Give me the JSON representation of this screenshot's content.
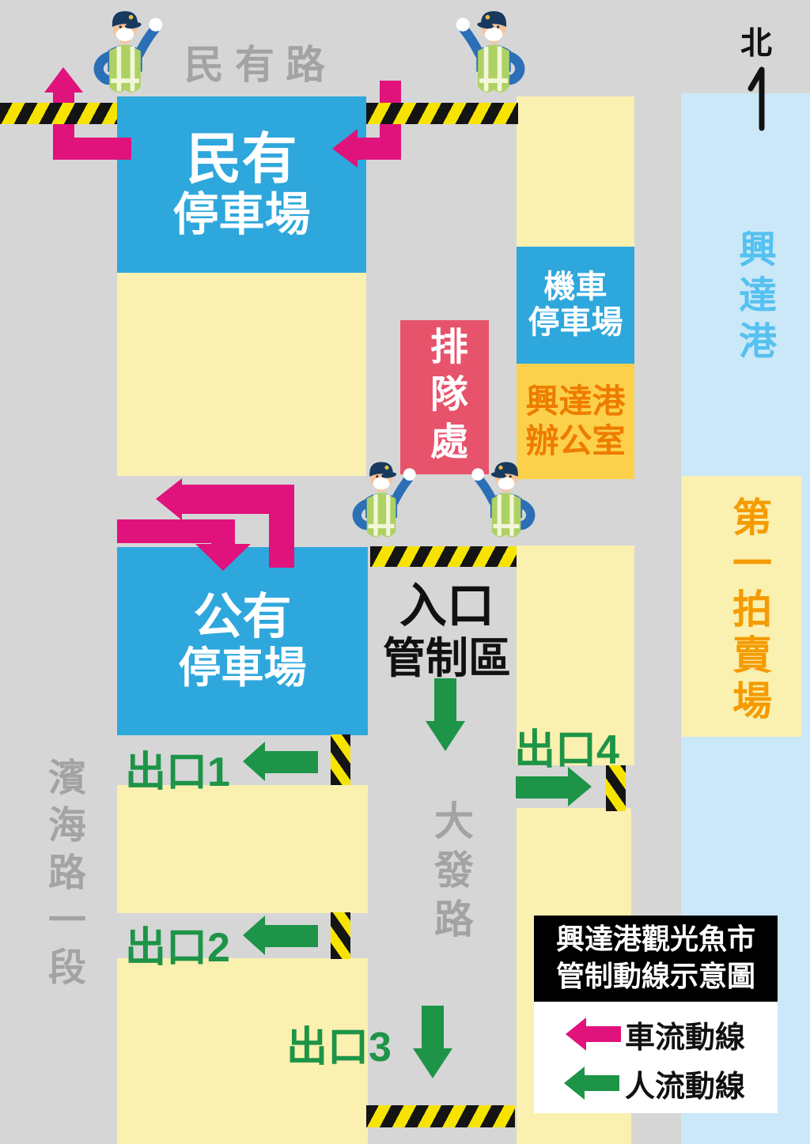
{
  "compass": {
    "north_label": "北"
  },
  "roads": {
    "minyou": "民有路",
    "dafa": "大發路",
    "binhai": "濱海路一段"
  },
  "zones": {
    "minyou_parking": {
      "line1": "民有",
      "line2": "停車場"
    },
    "public_parking": {
      "line1": "公有",
      "line2": "停車場"
    },
    "moto_parking": {
      "line1": "機車",
      "line2": "停車場"
    },
    "harbor_office": {
      "line1": "興達港",
      "line2": "辦公室"
    },
    "queue_area": {
      "label": "排隊處"
    },
    "harbor": {
      "label": "興達港"
    },
    "auction_hall": {
      "label": "第一拍賣場"
    },
    "entrance_control": {
      "line1": "入口",
      "line2": "管制區"
    }
  },
  "exits": {
    "exit1": "出口1",
    "exit2": "出口2",
    "exit3": "出口3",
    "exit4": "出口4"
  },
  "legend": {
    "title_line1": "興達港觀光魚市",
    "title_line2": "管制動線示意圖",
    "vehicle_flow": "車流動線",
    "people_flow": "人流動線"
  },
  "colors": {
    "background": "#D6D6D7",
    "light_blue_strip": "#CBE8F8",
    "pale_yellow_zone": "#FAF0B0",
    "blue_zone": "#2EA7DC",
    "golden_zone": "#FBD14B",
    "red_zone": "#E8536C",
    "vehicle_flow_pink": "#E0127C",
    "people_flow_green": "#1D9447",
    "harbor_text_blue": "#55C1F0",
    "auction_text_orange": "#F59B00",
    "office_text_orange": "#EE7C00",
    "road_label_gray": "#A3A3A4",
    "hazard_yellow": "#F6E400"
  }
}
